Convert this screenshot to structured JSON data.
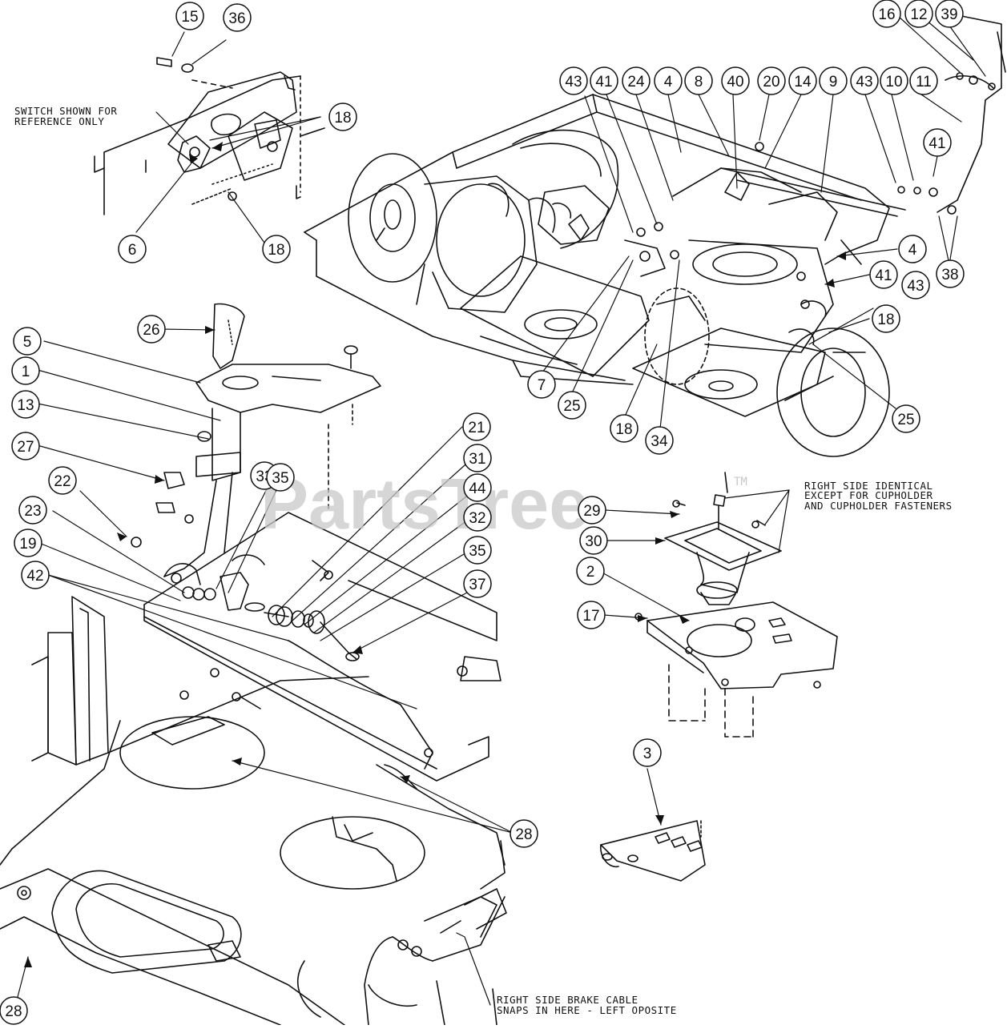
{
  "watermark": {
    "text": "PartsTree",
    "tm": "TM"
  },
  "notes": {
    "switch": [
      "SWITCH SHOWN FOR",
      "REFERENCE ONLY"
    ],
    "right_side": [
      "RIGHT SIDE IDENTICAL",
      "EXCEPT FOR CUPHOLDER",
      "AND CUPHOLDER FASTENERS"
    ],
    "brake_cable": [
      "RIGHT SIDE BRAKE CABLE",
      "SNAPS IN HERE - LEFT OPOSITE"
    ]
  },
  "callouts": [
    "15",
    "36",
    "18",
    "6",
    "18",
    "16",
    "12",
    "39",
    "43",
    "41",
    "24",
    "4",
    "8",
    "40",
    "20",
    "14",
    "9",
    "43",
    "10",
    "11",
    "41",
    "4",
    "38",
    "41",
    "43",
    "18",
    "7",
    "25",
    "18",
    "34",
    "25",
    "26",
    "5",
    "1",
    "13",
    "27",
    "22",
    "33",
    "35",
    "23",
    "19",
    "42",
    "21",
    "31",
    "44",
    "32",
    "35",
    "37",
    "29",
    "30",
    "2",
    "17",
    "3",
    "28",
    "28"
  ]
}
